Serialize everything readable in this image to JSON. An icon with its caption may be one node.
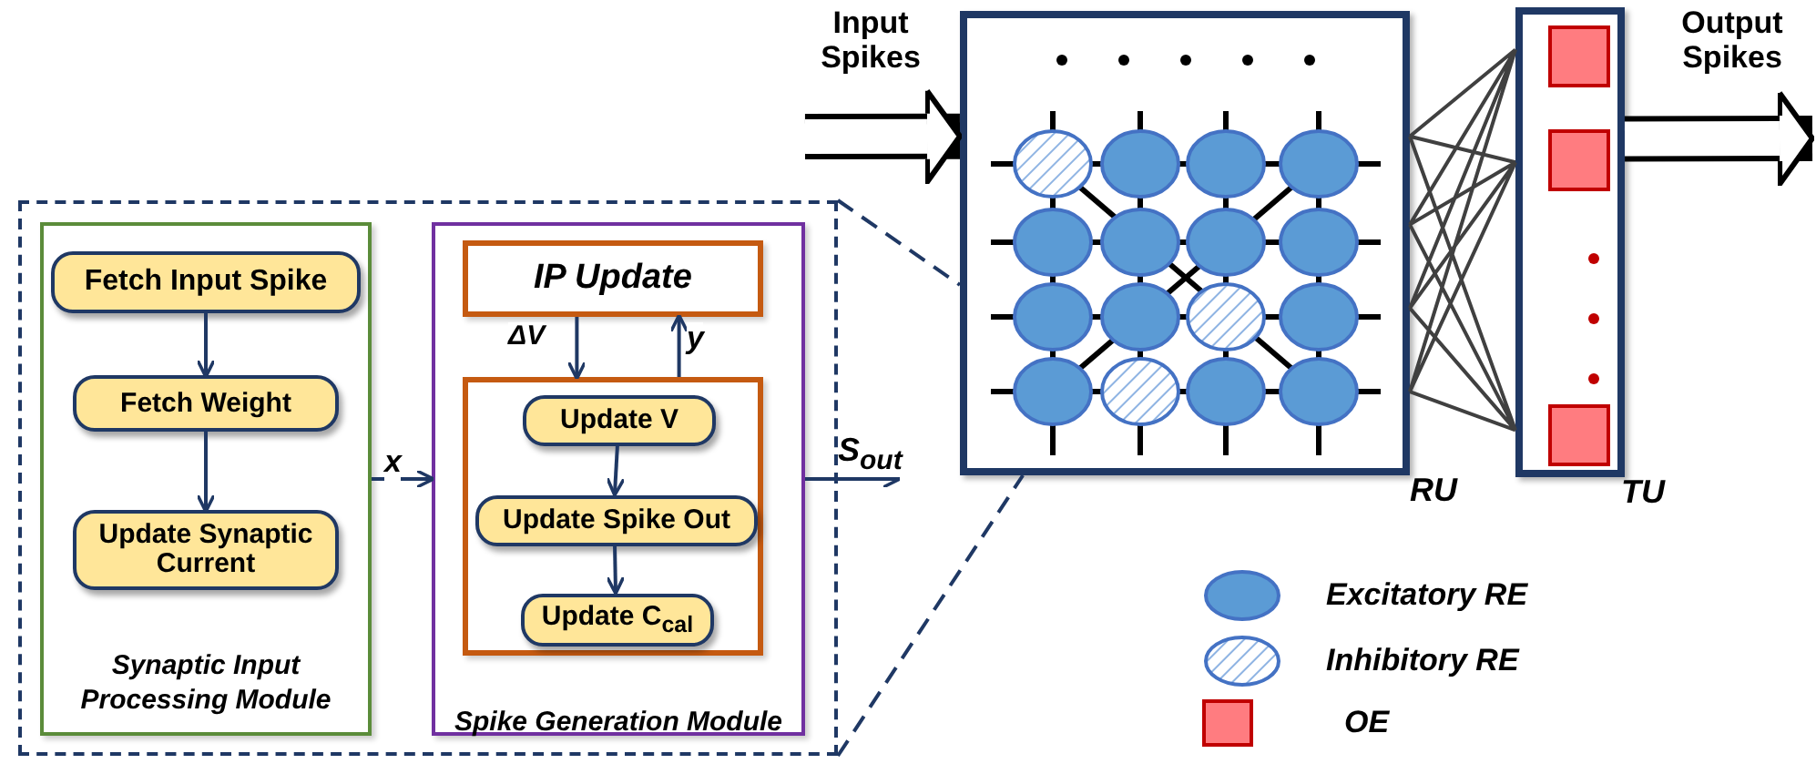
{
  "diagram": {
    "nodes": [
      {
        "text": [],
        "shape": "box"
      },
      {
        "text": [
          "Synaptic Input Processing Module"
        ],
        "in": 0
      },
      {
        "text": [
          "Fetch Input Spike"
        ],
        "in": 1
      },
      {
        "text": [
          "Fetch Weight"
        ],
        "in": 1
      },
      {
        "text": [
          "Update Synaptic Current"
        ],
        "in": 1
      },
      {
        "text": [
          "Spike Generation Module"
        ],
        "in": 0
      },
      {
        "text": [
          "IP Update"
        ],
        "in": 5
      },
      {
        "text": [],
        "shape": "box",
        "in": 5
      },
      {
        "text": [
          "Update V"
        ],
        "in": 7
      },
      {
        "text": [
          "Update Spike Out"
        ],
        "in": 7
      },
      {
        "text": [
          "Update C$_{cal}$"
        ],
        "in": 7
      },
      {
        "text": [
          "RU"
        ]
      },
      {
        "text": [
          "TU"
        ]
      },
      {
        "text": [],
        "shape": "box",
        "in": 12
      },
      {
        "text": [],
        "shape": "box",
        "in": 12
      },
      {
        "text": [],
        "shape": "box",
        "in": 12
      }
    ],
    "edges": [
      {
        "from": 2,
        "to": 3,
        "arrow": "to"
      },
      {
        "from": 3,
        "to": 4,
        "arrow": "to"
      },
      {
        "from": 1,
        "to": 5,
        "arrow": "to",
        "label": "x"
      },
      {
        "from": 6,
        "to": 7,
        "arrow": "to",
        "label": "ΔV"
      },
      {
        "from": 7,
        "to": 6,
        "arrow": "to",
        "label": "y"
      },
      {
        "from": 8,
        "to": 9,
        "arrow": "to"
      },
      {
        "from": 9,
        "to": 10,
        "arrow": "to"
      },
      {
        "from": 5,
        "to": null,
        "arrow": "to",
        "label": "S$_{out}$"
      },
      {
        "from": null,
        "to": 11,
        "arrow": "to",
        "label": "Input Spikes",
        "style": "thick",
        "color": "#000000"
      },
      {
        "from": 12,
        "to": null,
        "arrow": "to",
        "label": "Output Spikes",
        "style": "thick",
        "color": "#000000"
      },
      {
        "from": 11,
        "to": 12,
        "arrow": "none",
        "color": "#404040"
      },
      {
        "from": 0,
        "to": 11,
        "arrow": "none",
        "style": "dashed"
      },
      {
        "from": 0,
        "to": 11,
        "arrow": "none",
        "style": "dashed"
      }
    ],
    "legend": [
      {
        "text": "Excitatory RE",
        "color": "#5b9bd5"
      },
      {
        "text": "Inhibitory RE"
      },
      {
        "text": "OE",
        "color": "#ff7c80"
      }
    ]
  }
}
